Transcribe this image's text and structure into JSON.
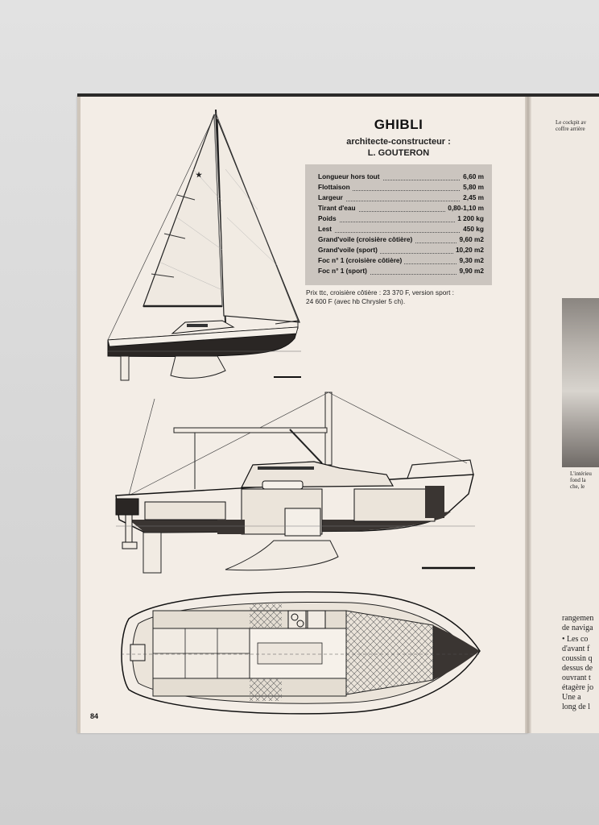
{
  "title": "GHIBLI",
  "subtitle": "architecte-constructeur :",
  "builder": "L. GOUTERON",
  "specs": [
    {
      "label": "Longueur hors tout",
      "value": "6,60 m"
    },
    {
      "label": "Flottaison",
      "value": "5,80 m"
    },
    {
      "label": "Largeur",
      "value": "2,45 m"
    },
    {
      "label": "Tirant d'eau",
      "value": "0,80-1,10 m"
    },
    {
      "label": "Poids",
      "value": "1 200 kg"
    },
    {
      "label": "Lest",
      "value": "450 kg"
    },
    {
      "label": "Grand'voile (croisière côtière)",
      "value": "9,60 m2"
    },
    {
      "label": "Grand'voile (sport)",
      "value": "10,20 m2"
    },
    {
      "label": "Foc n° 1 (croisière côtière)",
      "value": "9,30 m2"
    },
    {
      "label": "Foc n° 1 (sport)",
      "value": "9,90 m2"
    }
  ],
  "price_line1": "Prix ttc, croisière côtière : 23 370 F, version sport :",
  "price_line2": "24 600 F (avec hb Chrysler 5 ch).",
  "page_number": "84",
  "right_page": {
    "caption_top_1": "Le cockpit av",
    "caption_top_2": "coffre arrière",
    "photo_caption_1": "L'intérieu",
    "photo_caption_2": "fond la",
    "photo_caption_3": "che, le",
    "body": [
      "rangemen",
      "de naviga",
      "• Les co",
      "d'avant f",
      "coussin q",
      "dessus de",
      "ouvrant t",
      "étagère jo",
      "  Une a",
      "long de l"
    ]
  }
}
